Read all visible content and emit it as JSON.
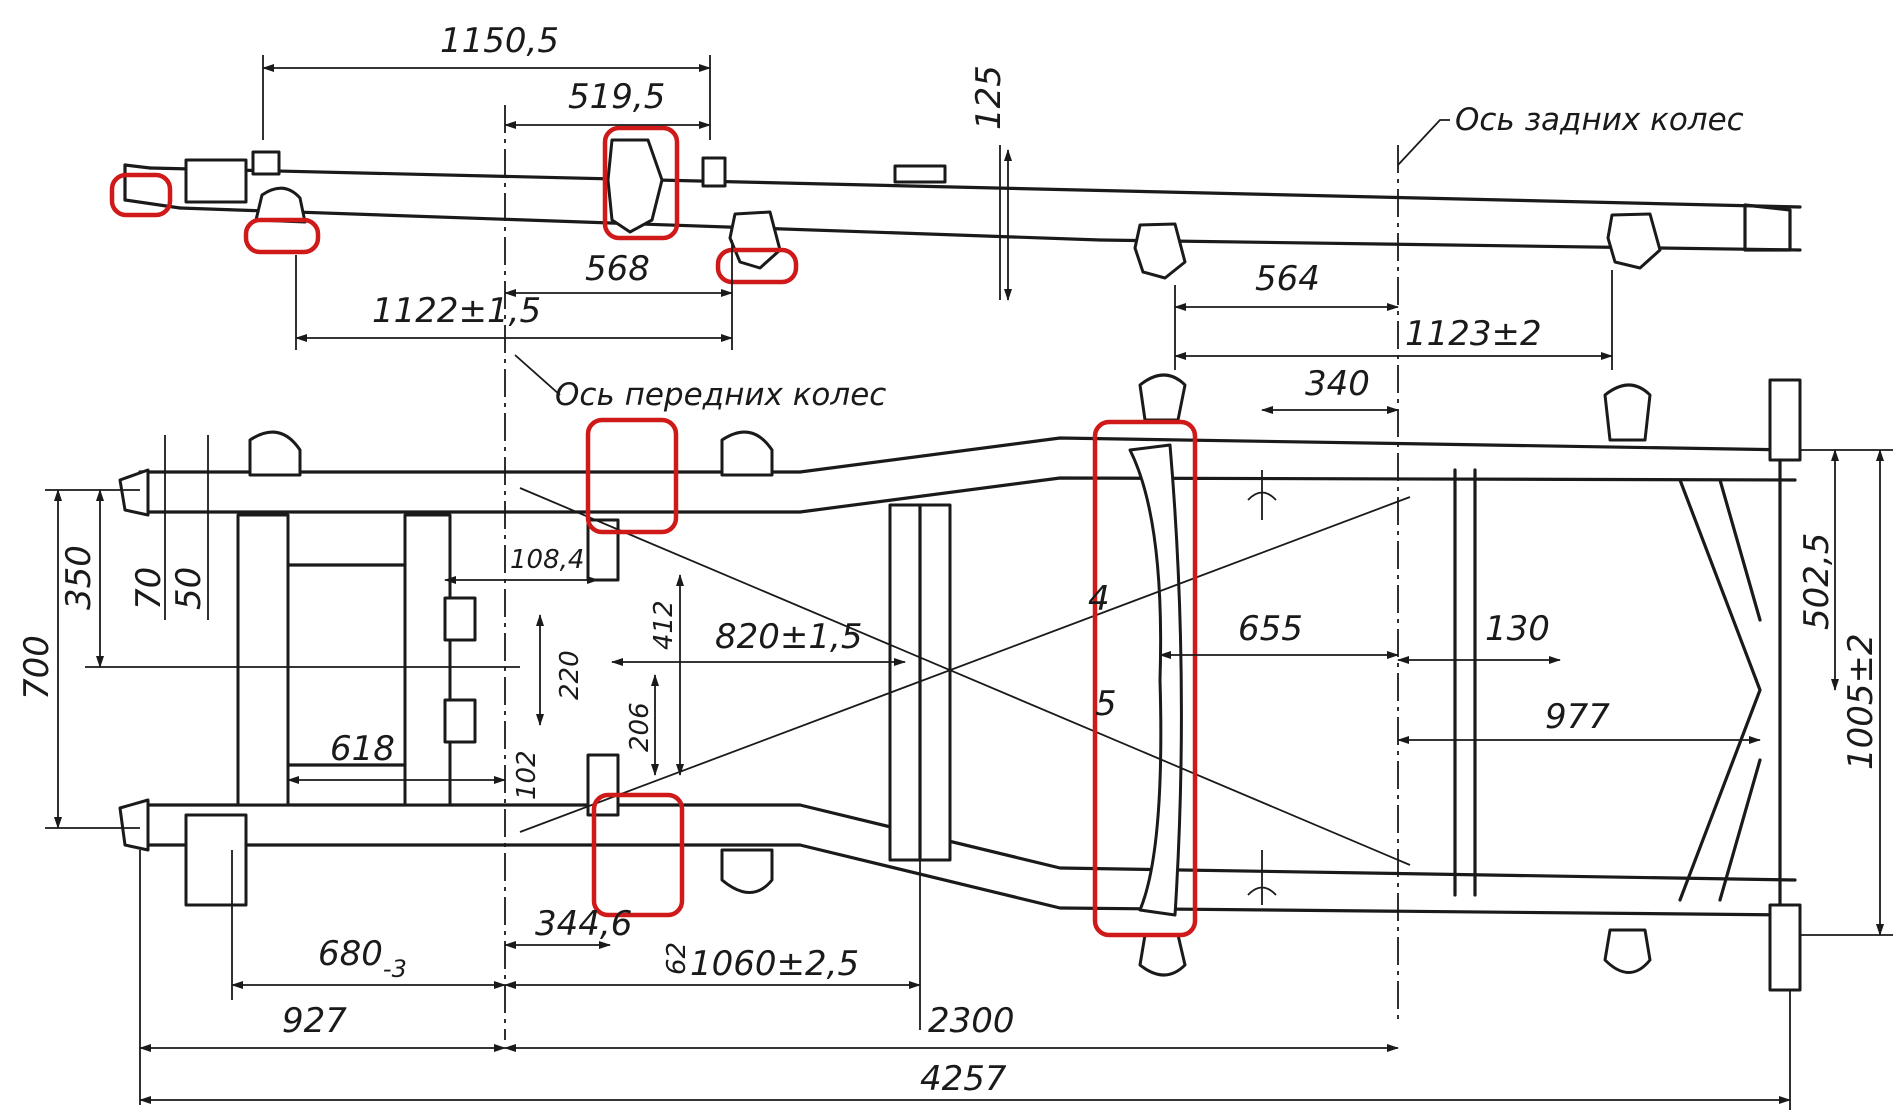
{
  "labels": {
    "rear_axle": "Ось задних колес",
    "front_axle": "Ось передних колес",
    "marker_4": "4",
    "marker_5": "5"
  },
  "dimensions": {
    "d1150_5": "1150,5",
    "d519_5": "519,5",
    "d125": "125",
    "d568": "568",
    "d1122": "1122±1,5",
    "d564": "564",
    "d1123": "1123±2",
    "d340": "340",
    "d350": "350",
    "d70": "70",
    "d50": "50",
    "d700": "700",
    "d108_4": "108,4",
    "d412": "412",
    "d820": "820±1,5",
    "d220": "220",
    "d206": "206",
    "d102": "102",
    "d618": "618",
    "d655": "655",
    "d130": "130",
    "d977": "977",
    "d502_5": "502,5",
    "d1005": "1005±2",
    "d344_6": "344,6",
    "d62": "62",
    "d680": "680",
    "d680_sub": "-3",
    "d1060": "1060±2,5",
    "d927": "927",
    "d2300": "2300",
    "d4257": "4257"
  },
  "colors": {
    "ink": "#1a1a1a",
    "highlight": "#d01a1a",
    "paper": "#ffffff"
  }
}
